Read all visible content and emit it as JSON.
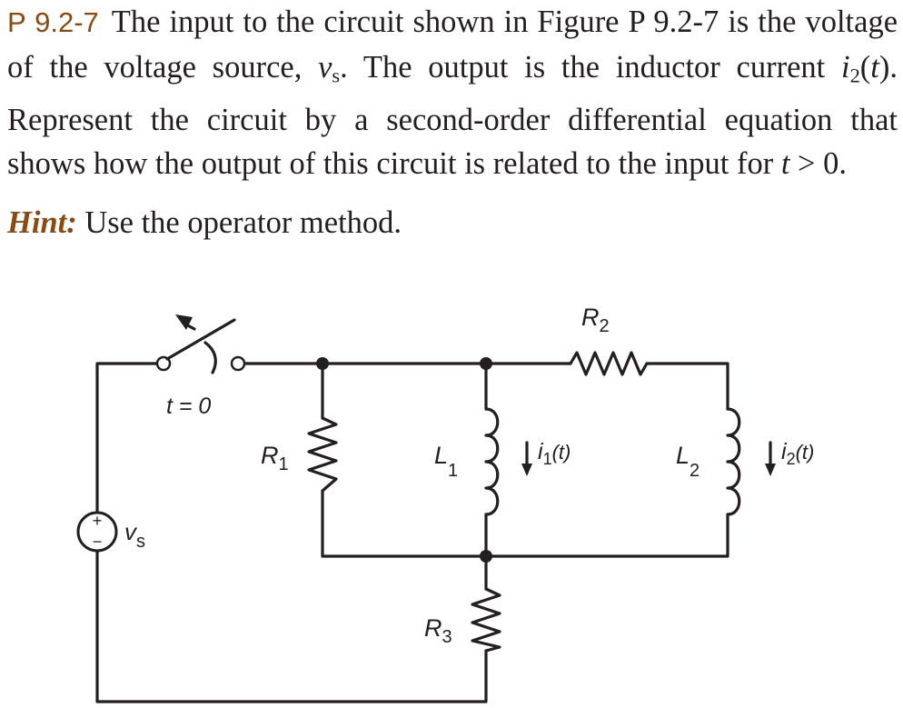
{
  "problem": {
    "number": "P 9.2-7",
    "seg1": "The input to the circuit shown in Figure P 9.2-7 is the voltage of the voltage source, ",
    "vs_var": "v",
    "vs_sub": "s",
    "seg2": ". The output is the inductor current ",
    "i2_var": "i",
    "i2_sub": "2",
    "seg3_open": "(",
    "t_var": "t",
    "seg3_close": "). Represent the circuit by a second-order differential equation that shows how the output of this circuit is related to the input for ",
    "cond_t": "t",
    "cond_rest": " > 0."
  },
  "hint": {
    "label": "Hint:",
    "text": " Use the operator method."
  },
  "circuit": {
    "switch_label": "t = 0",
    "source_label": "v",
    "source_sub": "s",
    "source_plus": "+",
    "source_minus": "−",
    "R1": {
      "sym": "R",
      "sub": "1"
    },
    "R2": {
      "sym": "R",
      "sub": "2"
    },
    "R3": {
      "sym": "R",
      "sub": "3"
    },
    "L1": {
      "sym": "L",
      "sub": "1"
    },
    "L2": {
      "sym": "L",
      "sub": "2"
    },
    "i1": {
      "sym": "i",
      "sub": "1",
      "arg": "(t)"
    },
    "i2": {
      "sym": "i",
      "sub": "2",
      "arg": "(t)"
    }
  }
}
